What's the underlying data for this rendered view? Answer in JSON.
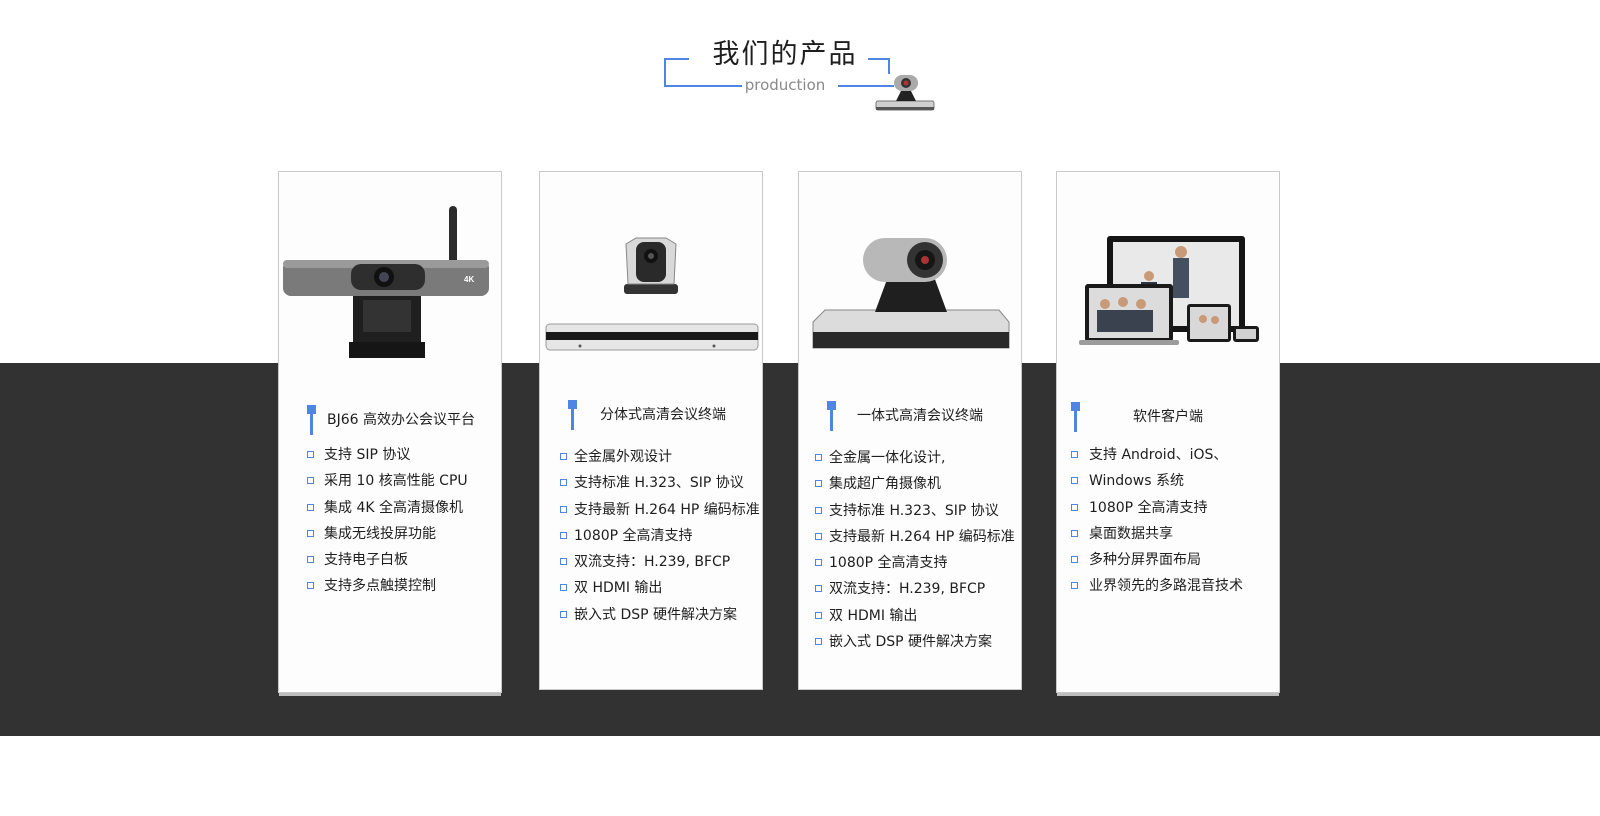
{
  "header": {
    "title": "我们的产品",
    "subtitle": "production",
    "accent_color": "#4f86e6",
    "icon": "video-conference-terminal-icon"
  },
  "colors": {
    "band": "#323232",
    "card": "#fdfdfd",
    "accent": "#4f86e6"
  },
  "products": [
    {
      "title": "BJ66 高效办公会议平台",
      "image": "4k-usb-conference-camera-icon",
      "features": [
        "支持 SIP 协议",
        "采用 10 核高性能 CPU",
        "集成 4K 全高清摄像机",
        "集成无线投屏功能",
        "支持电子白板",
        "支持多点触摸控制"
      ]
    },
    {
      "title": "分体式高清会议终端",
      "image": "ptz-camera-and-codec-icon",
      "features": [
        "全金属外观设计",
        "支持标准 H.323、SIP 协议",
        "支持最新 H.264 HP 编码标准",
        "1080P 全高清支持",
        "双流支持：H.239, BFCP",
        "双 HDMI 输出",
        "嵌入式 DSP 硬件解决方案"
      ]
    },
    {
      "title": "一体式高清会议终端",
      "image": "integrated-conference-terminal-icon",
      "features": [
        "全金属一体化设计,",
        "集成超广角摄像机",
        "支持标准 H.323、SIP 协议",
        "支持最新 H.264 HP 编码标准",
        "1080P 全高清支持",
        "双流支持：H.239, BFCP",
        "双 HDMI 输出",
        "嵌入式 DSP 硬件解决方案"
      ]
    },
    {
      "title": "软件客户端",
      "image": "multi-device-software-client-icon",
      "features": [
        "支持 Android、iOS、",
        "Windows 系统",
        "1080P 全高清支持",
        "桌面数据共享",
        "多种分屏界面布局",
        "业界领先的多路混音技术"
      ]
    }
  ]
}
